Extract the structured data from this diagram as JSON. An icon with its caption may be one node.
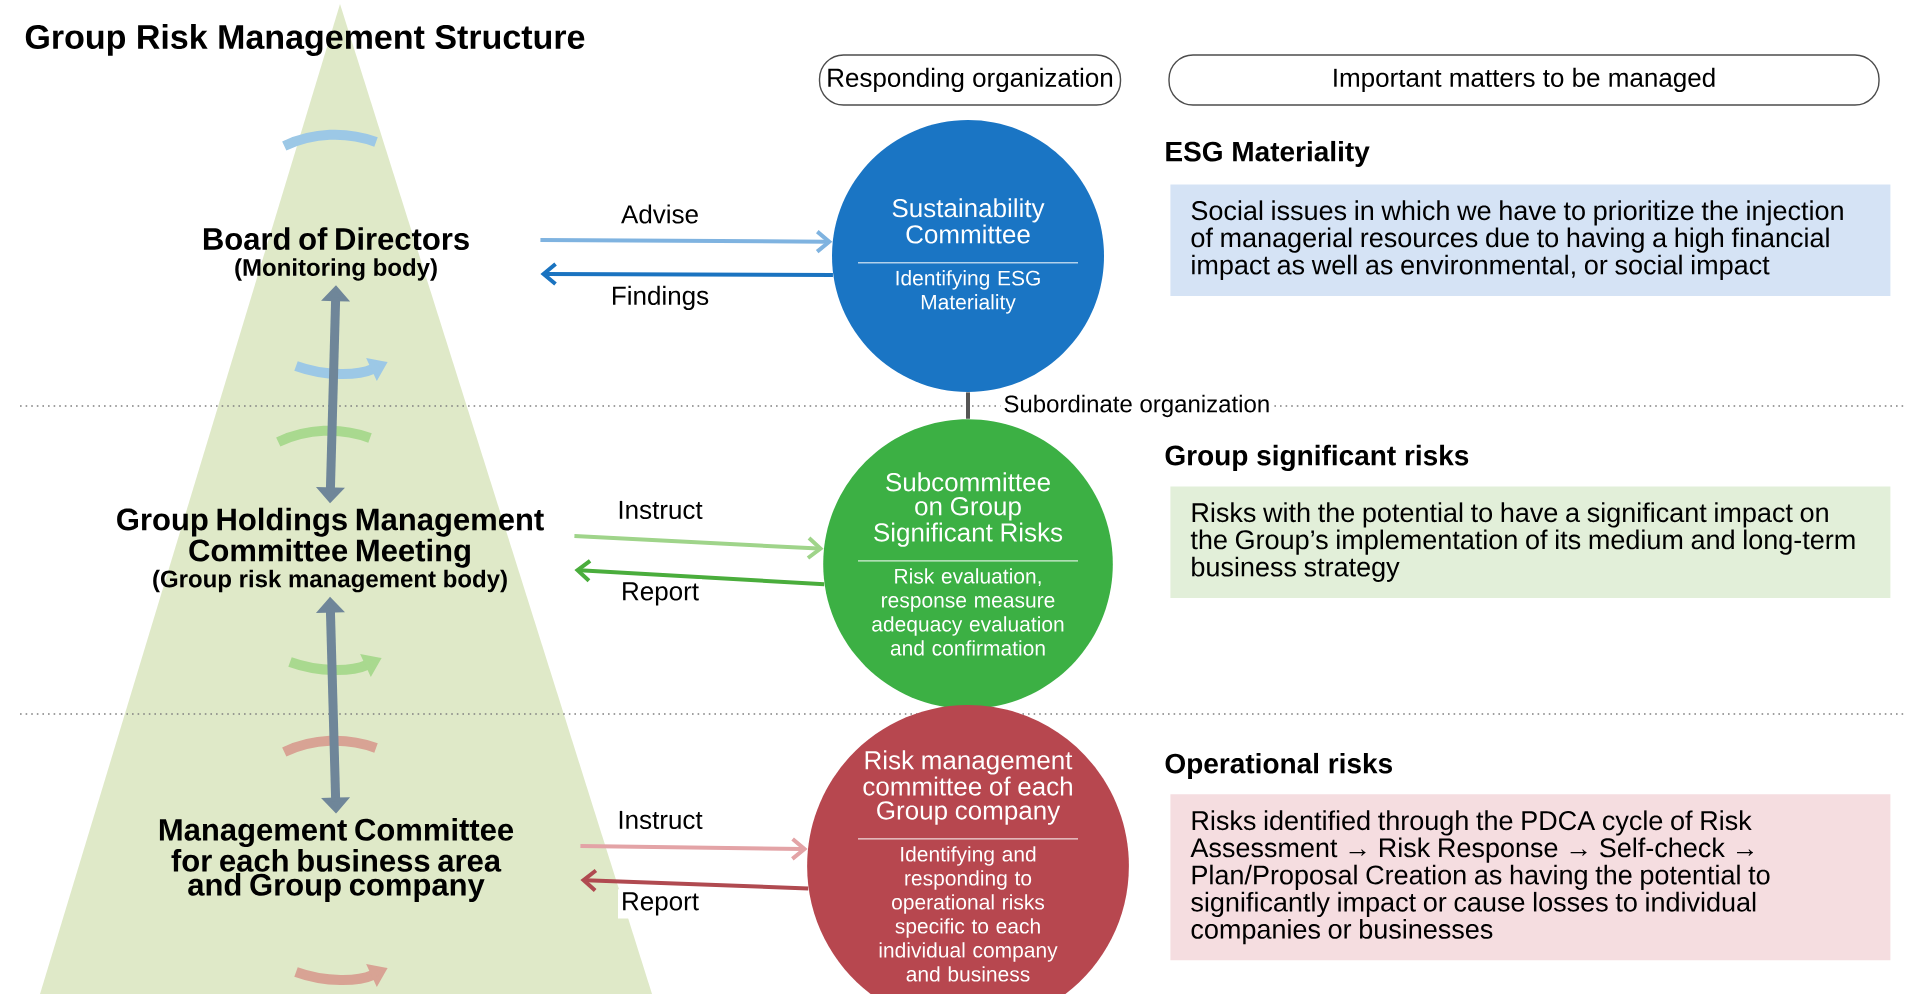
{
  "diagram": {
    "title": "Group Risk Management Structure",
    "nodes": [
      {
        "text": [
          "Board of Directors",
          "(Monitoring body)"
        ]
      },
      {
        "text": [
          "Group Holdings Management Committee Meeting",
          "(Group risk management body)"
        ]
      },
      {
        "text": [
          "Management Committee for each business area and Group company"
        ]
      },
      {
        "text": [
          "Sustainability Committee",
          "Identifying ESG Materiality"
        ]
      },
      {
        "text": [
          "Subcommittee on Group Significant Risks",
          "Risk evaluation, response measure adequacy evaluation and confirmation"
        ]
      },
      {
        "text": [
          "Risk management committee of each Group company",
          "Identifying and responding to operational risks specific to each individual company and business"
        ]
      },
      {
        "text": [
          "Responding organization"
        ]
      },
      {
        "text": [
          "Important matters to be managed"
        ]
      },
      {
        "text": [
          "ESG Materiality",
          "Social issues in which we have to prioritize the injection of managerial resources due to having a high financial impact as well as environmental, or social impact"
        ]
      },
      {
        "text": [
          "Group significant risks",
          "Risks with the potential to have a significant impact on the Group’s implementation of its medium and long-term business strategy"
        ]
      },
      {
        "text": [
          "Operational risks",
          "Risks identified through the PDCA cycle of Risk Assessment → Risk Response → Self-check → Plan/Proposal Creation as having the potential to significantly impact or cause losses to individual companies or businesses"
        ]
      }
    ],
    "edges": [
      {
        "from": 0,
        "to": 3,
        "arrow": "to",
        "label": "Advise",
        "color": "#7fb3e0"
      },
      {
        "from": 3,
        "to": 0,
        "arrow": "to",
        "label": "Findings",
        "color": "#1a73c0"
      },
      {
        "from": 1,
        "to": 4,
        "arrow": "to",
        "label": "Instruct",
        "color": "#9fd48a"
      },
      {
        "from": 4,
        "to": 1,
        "arrow": "to",
        "label": "Report",
        "color": "#4aad3c"
      },
      {
        "from": 2,
        "to": 5,
        "arrow": "to",
        "label": "Instruct",
        "color": "#e3a3a6"
      },
      {
        "from": 5,
        "to": 2,
        "arrow": "to",
        "label": "Report",
        "color": "#b04a50"
      },
      {
        "from": 0,
        "to": 1,
        "arrow": "both",
        "style": "thick",
        "color": "#6f8699"
      },
      {
        "from": 1,
        "to": 2,
        "arrow": "both",
        "style": "thick",
        "color": "#6f8699"
      },
      {
        "from": 3,
        "to": 4,
        "arrow": "none",
        "label": "Subordinate organization",
        "color": "#555555"
      }
    ]
  }
}
